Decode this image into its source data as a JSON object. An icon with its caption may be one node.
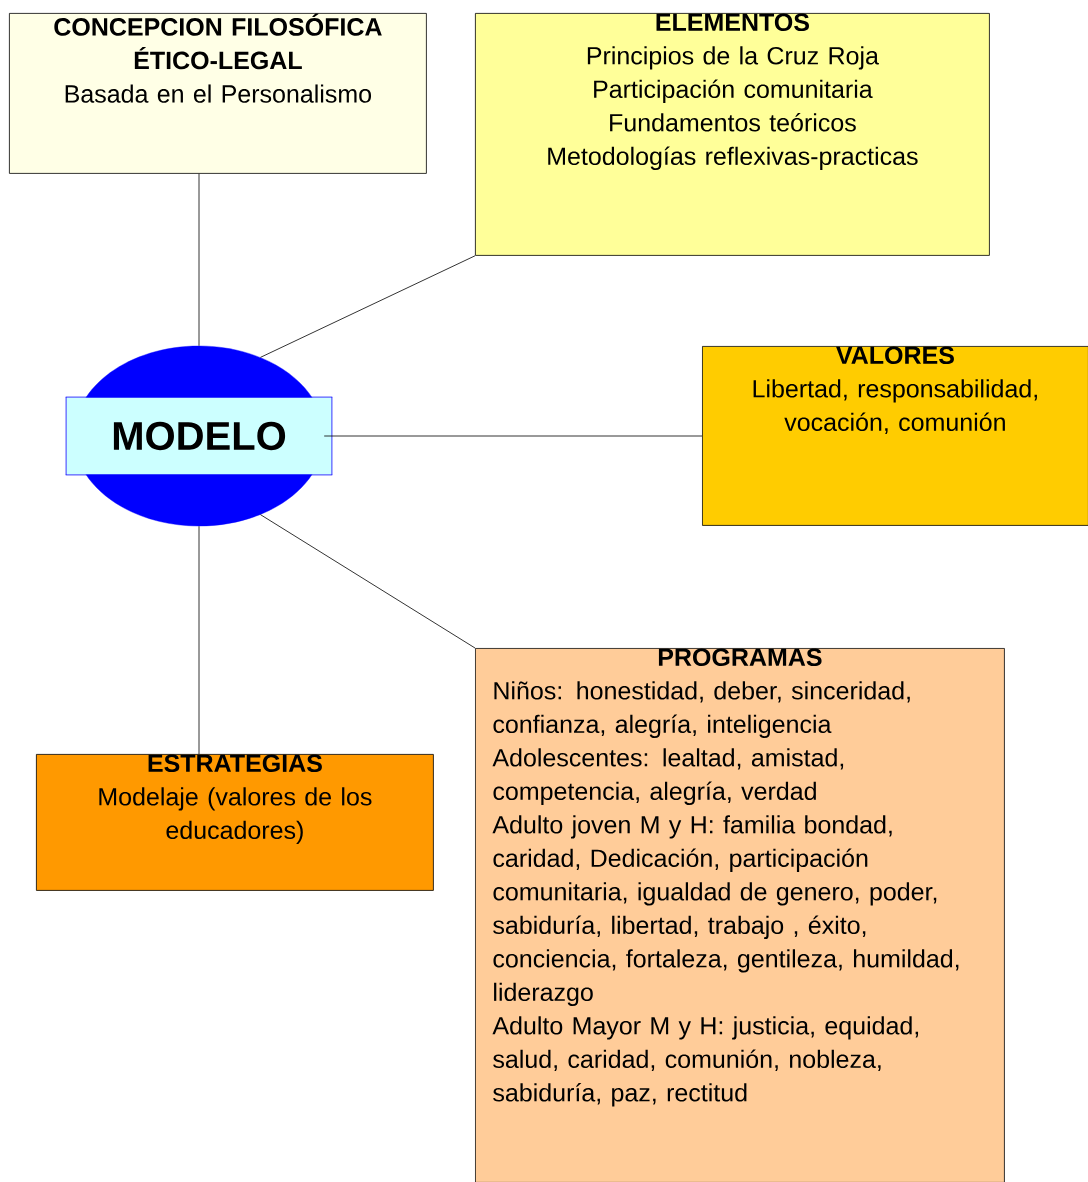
{
  "diagram": {
    "nodes": [
      {
        "text": [
          "CONCEPCION FILOSÓFICA ÉTICO-LEGAL",
          "Basada en el Personalismo"
        ]
      },
      {
        "text": [
          "ELEMENTOS",
          "Principios de la  Cruz  Roja",
          "Participación comunitaria",
          "Fundamentos teóricos",
          "Metodologías reflexivas-practicas"
        ]
      },
      {
        "text": [
          "MODELO"
        ]
      },
      {
        "text": [
          "VALORES",
          "Libertad, responsabilidad, vocación, comunión"
        ]
      },
      {
        "text": [
          "ESTRATEGIAS",
          "Modelaje (valores de los educadores)"
        ]
      },
      {
        "text": [
          "PROGRAMAS",
          "Niños: honestidad, deber, sinceridad, confianza, alegría, inteligencia",
          "Adolescentes: lealtad, amistad, competencia, alegría, verdad",
          "Adulto joven M y H: familia bondad, caridad, Dedicación, participación comunitaria,  igualdad de genero, poder, sabiduría, libertad, trabajo , éxito, conciencia, fortaleza, gentileza, humildad, liderazgo",
          "Adulto Mayor M y H: justicia, equidad, salud, caridad, comunión, nobleza, sabiduría, paz, rectitud"
        ]
      }
    ],
    "edges": [
      {
        "from": 2,
        "to": 0,
        "arrow": "none"
      },
      {
        "from": 2,
        "to": 1,
        "arrow": "none"
      },
      {
        "from": 2,
        "to": 3,
        "arrow": "none"
      },
      {
        "from": 2,
        "to": 4,
        "arrow": "none"
      },
      {
        "from": 2,
        "to": 5,
        "arrow": "none"
      }
    ]
  }
}
